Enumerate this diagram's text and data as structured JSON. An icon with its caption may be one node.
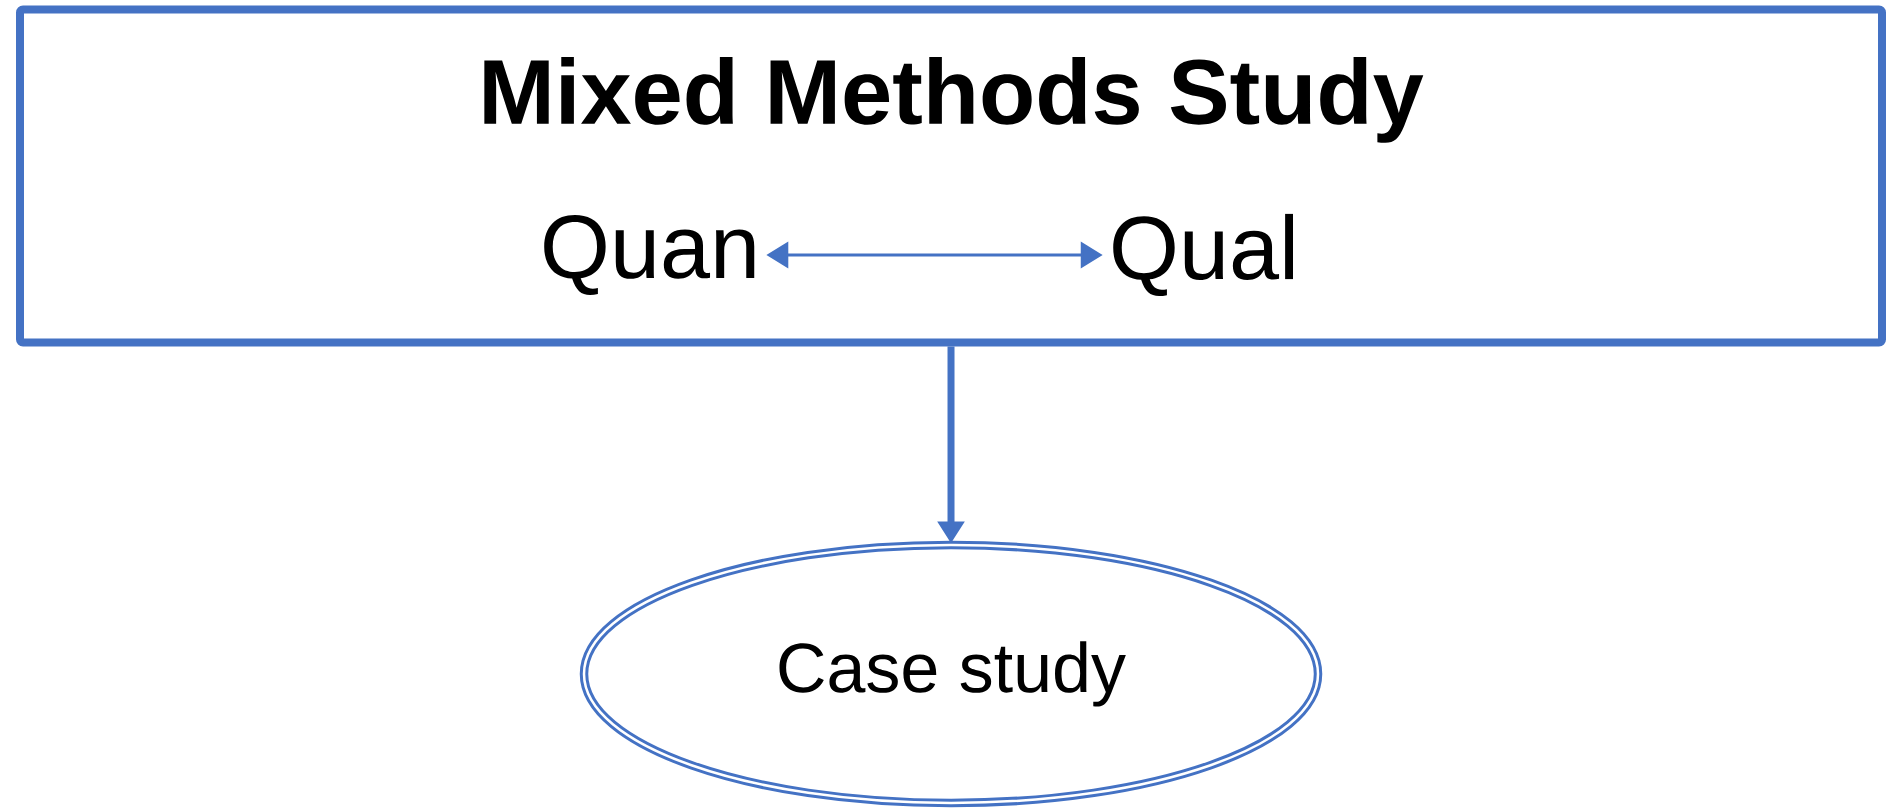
{
  "diagram": {
    "nodes": [
      {
        "text": [
          "Mixed Methods Study"
        ]
      },
      {
        "text": [
          "Quan"
        ],
        "in": 0
      },
      {
        "text": [
          "Qual"
        ],
        "in": 0
      },
      {
        "text": [
          "Case study"
        ]
      }
    ],
    "edges": [
      {
        "from": 1,
        "to": 2,
        "arrow": "both"
      },
      {
        "from": 0,
        "to": 3,
        "arrow": "to",
        "style": "thick"
      }
    ]
  }
}
